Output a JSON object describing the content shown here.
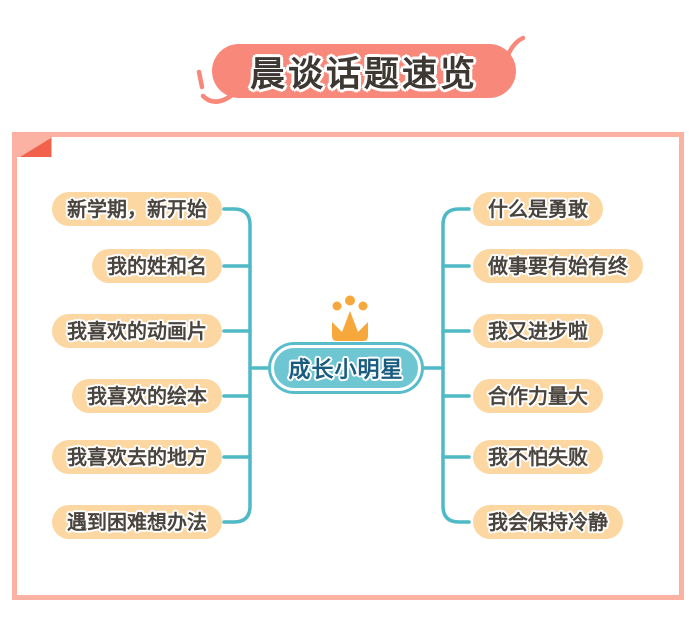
{
  "title": {
    "text": "晨谈话题速览"
  },
  "mindmap": {
    "center": {
      "label": "成长小明星",
      "icon": "crown-icon"
    },
    "left_branches": [
      "新学期，新开始",
      "我的姓和名",
      "我喜欢的动画片",
      "我喜欢的绘本",
      "我喜欢去的地方",
      "遇到困难想办法"
    ],
    "right_branches": [
      "什么是勇敢",
      "做事要有始有终",
      "我又进步啦",
      "合作力量大",
      "我不怕失败",
      "我会保持冷静"
    ]
  },
  "colors": {
    "title_pill": "#F8897A",
    "title_text": "#3E3833",
    "node_pill": "#FCD7A1",
    "node_text": "#4A443E",
    "connector": "#4FB9C6",
    "center_pill": "#6EC6D3",
    "center_ring": "#58BCCB",
    "center_text": "#1A5C80",
    "crown": "#F7A83C",
    "card_border": "#FBB2A3",
    "fold_accent": "#F2614B"
  }
}
